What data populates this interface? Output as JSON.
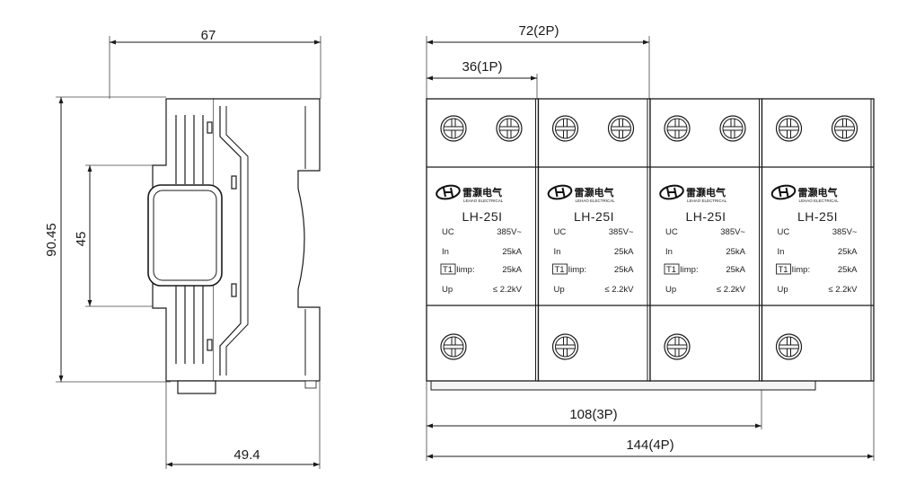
{
  "side_view": {
    "width_label": "67",
    "height_label": "90.45",
    "inner_height_label": "45",
    "depth_label": "49.4"
  },
  "front_view": {
    "dims": {
      "one_pole": "36(1P)",
      "two_pole": "72(2P)",
      "three_pole": "108(3P)",
      "four_pole": "144(4P)"
    },
    "modules": [
      {
        "brand": "雷灏电气",
        "brand_en": "LEHAO ELECTRICAL",
        "model": "LH-25I",
        "uc_label": "UC",
        "uc_value": "385V~",
        "in_label": "In",
        "in_value": "25kA",
        "t1_badge": "T1",
        "iimp_label": "Iimp:",
        "iimp_value": "25kA",
        "up_label": "Up",
        "up_value": "≤ 2.2kV"
      },
      {
        "brand": "雷灏电气",
        "brand_en": "LEHAO ELECTRICAL",
        "model": "LH-25I",
        "uc_label": "UC",
        "uc_value": "385V~",
        "in_label": "In",
        "in_value": "25kA",
        "t1_badge": "T1",
        "iimp_label": "Iimp:",
        "iimp_value": "25kA",
        "up_label": "Up",
        "up_value": "≤ 2.2kV"
      },
      {
        "brand": "雷灏电气",
        "brand_en": "LEHAO ELECTRICAL",
        "model": "LH-25I",
        "uc_label": "UC",
        "uc_value": "385V~",
        "in_label": "In",
        "in_value": "25kA",
        "t1_badge": "T1",
        "iimp_label": "Iimp:",
        "iimp_value": "25kA",
        "up_label": "Up",
        "up_value": "≤ 2.2kV"
      },
      {
        "brand": "雷灏电气",
        "brand_en": "LEHAO ELECTRICAL",
        "model": "LH-25I",
        "uc_label": "UC",
        "uc_value": "385V~",
        "in_label": "In",
        "in_value": "25kA",
        "t1_badge": "T1",
        "iimp_label": "Iimp:",
        "iimp_value": "25kA",
        "up_label": "Up",
        "up_value": "≤ 2.2kV"
      }
    ]
  },
  "icons": [
    "screw-terminal-icon",
    "lehao-logo-icon",
    "arrowhead-icon"
  ],
  "colors": {
    "line": "#1a1a1a",
    "background": "#ffffff",
    "rail": "#f4f4f4"
  }
}
